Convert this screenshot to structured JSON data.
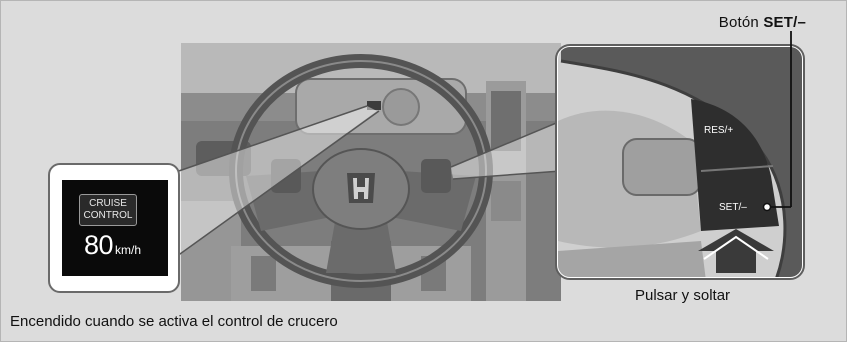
{
  "labels": {
    "button_prefix": "Botón",
    "button_name": "SET/–",
    "press_release": "Pulsar y soltar",
    "caption": "Encendido cuando se activa el control de crucero"
  },
  "display": {
    "indicator_line1": "CRUISE",
    "indicator_line2": "CONTROL",
    "speed_value": "80",
    "speed_unit": "km/h"
  },
  "wheel_buttons": {
    "res": "RES/+",
    "set": "SET/–"
  },
  "colors": {
    "background": "#dcdcdc",
    "illustration_dark": "#4a4a4a",
    "arrow": "#3a3a3a"
  }
}
